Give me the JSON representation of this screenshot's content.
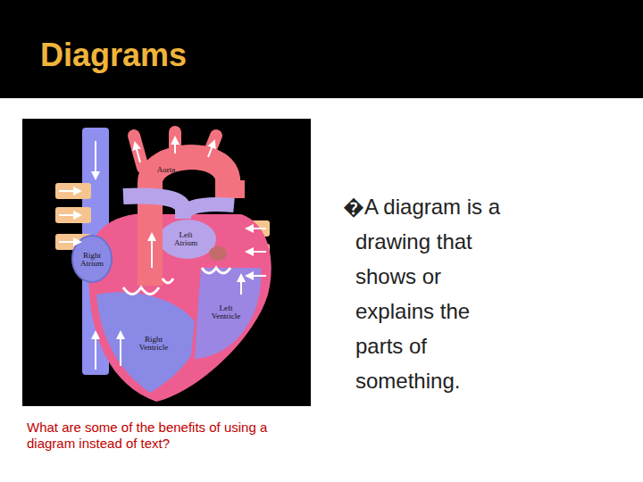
{
  "diagram": {
    "title": "Diagrams",
    "caption": "What are some of the benefits of using a diagram instead of text?",
    "labels": [
      "Aorta",
      "Left Atrium",
      "Right Atrium",
      "Left Ventricle",
      "Right Ventricle",
      "�A diagram is a drawing that shows or explains the parts of something."
    ]
  }
}
